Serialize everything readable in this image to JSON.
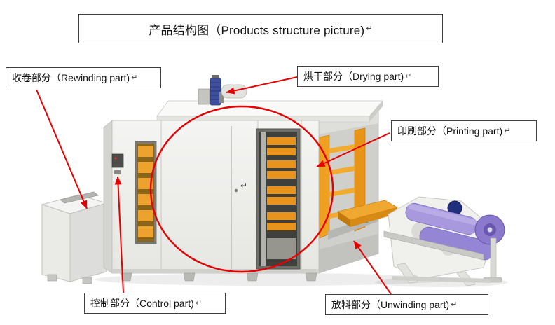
{
  "title": {
    "text": "产品结构图（Products structure picture)"
  },
  "labels": {
    "rewinding": {
      "text": "收卷部分（Rewinding part)"
    },
    "drying": {
      "text": "烘干部分（Drying part)"
    },
    "printing": {
      "text": "印刷部分（Printing part)"
    },
    "control": {
      "text": "控制部分（Control part)"
    },
    "unwinding": {
      "text": "放料部分（Unwinding part)"
    }
  },
  "marks": {
    "return": "↵"
  },
  "colors": {
    "annotation_red": "#e60000",
    "box_border": "#3f3f3f",
    "machine_body": "#ededeb",
    "roller_orange": "#f0a028",
    "roller_purple": "#9f8fd8",
    "drying_blue": "#3d4f9e"
  }
}
